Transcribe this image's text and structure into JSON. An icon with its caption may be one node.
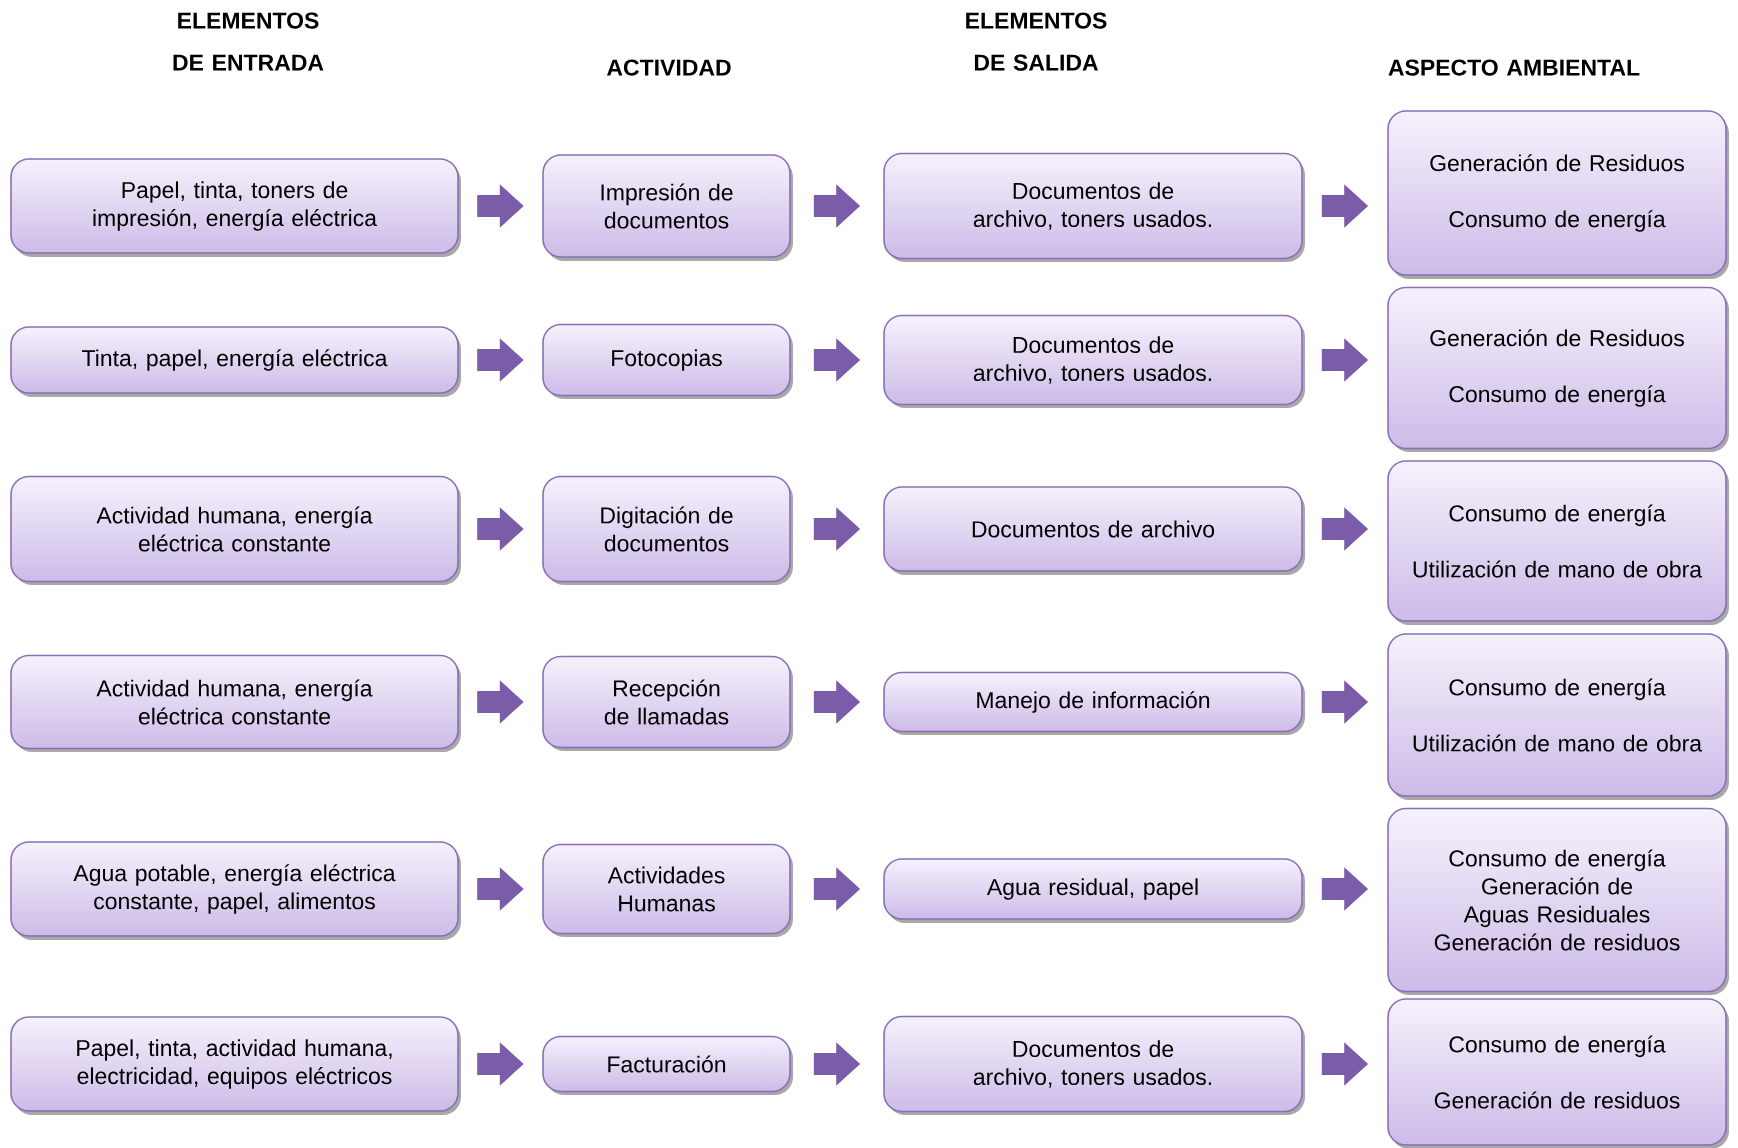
{
  "diagram": {
    "nodes": [
      {
        "text": [
          "Papel, tinta, toners de impresión, energía eléctrica"
        ]
      },
      {
        "text": [
          "Impresión de documentos"
        ]
      },
      {
        "text": [
          "Documentos de archivo, toners usados."
        ]
      },
      {
        "text": [
          "Generación de Residuos",
          "Consumo de energía"
        ]
      },
      {
        "text": [
          "Tinta, papel, energía eléctrica"
        ]
      },
      {
        "text": [
          "Fotocopias"
        ]
      },
      {
        "text": [
          "Documentos de archivo, toners usados."
        ]
      },
      {
        "text": [
          "Generación de Residuos",
          "Consumo de energía"
        ]
      },
      {
        "text": [
          "Actividad humana, energía eléctrica constante"
        ]
      },
      {
        "text": [
          "Digitación de documentos"
        ]
      },
      {
        "text": [
          "Documentos de archivo"
        ]
      },
      {
        "text": [
          "Consumo de energía",
          "Utilización de mano de obra"
        ]
      },
      {
        "text": [
          "Actividad humana, energía eléctrica constante"
        ]
      },
      {
        "text": [
          "Recepción de llamadas"
        ]
      },
      {
        "text": [
          "Manejo de información"
        ]
      },
      {
        "text": [
          "Consumo de energía",
          "Utilización de mano de obra"
        ]
      },
      {
        "text": [
          "Agua potable, energía eléctrica constante, papel, alimentos"
        ]
      },
      {
        "text": [
          "Actividades Humanas"
        ]
      },
      {
        "text": [
          "Agua residual, papel"
        ]
      },
      {
        "text": [
          "Consumo de energía",
          "Generación de Aguas Residuales",
          "Generación de residuos"
        ]
      },
      {
        "text": [
          "Papel, tinta, actividad humana, electricidad, equipos eléctricos"
        ]
      },
      {
        "text": [
          "Facturación"
        ]
      },
      {
        "text": [
          "Documentos de archivo, toners usados."
        ]
      },
      {
        "text": [
          "Consumo de energía",
          "Generación de residuos"
        ]
      }
    ],
    "edges": [
      {
        "from": 0,
        "to": 1,
        "arrow": "to"
      },
      {
        "from": 1,
        "to": 2,
        "arrow": "to"
      },
      {
        "from": 2,
        "to": 3,
        "arrow": "to"
      },
      {
        "from": 4,
        "to": 5,
        "arrow": "to"
      },
      {
        "from": 5,
        "to": 6,
        "arrow": "to"
      },
      {
        "from": 6,
        "to": 7,
        "arrow": "to"
      },
      {
        "from": 8,
        "to": 9,
        "arrow": "to"
      },
      {
        "from": 9,
        "to": 10,
        "arrow": "to"
      },
      {
        "from": 10,
        "to": 11,
        "arrow": "to"
      },
      {
        "from": 12,
        "to": 13,
        "arrow": "to"
      },
      {
        "from": 13,
        "to": 14,
        "arrow": "to"
      },
      {
        "from": 14,
        "to": 15,
        "arrow": "to"
      },
      {
        "from": 16,
        "to": 17,
        "arrow": "to"
      },
      {
        "from": 17,
        "to": 18,
        "arrow": "to"
      },
      {
        "from": 18,
        "to": 19,
        "arrow": "to"
      },
      {
        "from": 20,
        "to": 21,
        "arrow": "to"
      },
      {
        "from": 21,
        "to": 22,
        "arrow": "to"
      },
      {
        "from": 22,
        "to": 23,
        "arrow": "to"
      }
    ],
    "labels": [
      "ELEMENTOS DE ENTRADA",
      "ACTIVIDAD",
      "ELEMENTOS DE SALIDA",
      "ASPECTO AMBIENTAL"
    ]
  }
}
